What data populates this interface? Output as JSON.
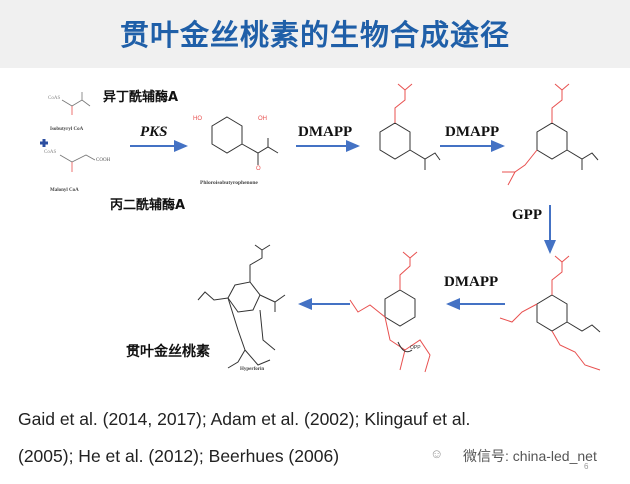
{
  "title": "贯叶金丝桃素的生物合成途径",
  "reactants": {
    "isobutyryl_cn": "异丁酰辅酶A",
    "isobutyryl_label": "Isobutyryl CoA",
    "malonyl_cn": "丙二酰辅酶A",
    "malonyl_label": "Malonyl CoA",
    "coas": "CoAS",
    "cooh": "COOH"
  },
  "steps": {
    "pks": "PKS",
    "dmapp1": "DMAPP",
    "dmapp2": "DMAPP",
    "gpp": "GPP",
    "dmapp3": "DMAPP"
  },
  "products": {
    "phloro_label": "Phloroisobutyrophenone",
    "hyperforin_label": "Hyperforin",
    "hyperforin_cn": "贯叶金丝桃素"
  },
  "atoms": {
    "ho": "HO",
    "oh": "OH",
    "o": "O",
    "opp": "OPP"
  },
  "citations": {
    "line1": "Gaid et al. (2014, 2017);  Adam et al. (2002); Klingauf et al.",
    "line2": "(2005);  He et al. (2012); Beerhues (2006)"
  },
  "watermark": "微信号: china-led_net",
  "page_number": "6",
  "colors": {
    "title": "#1f5fa8",
    "arrow": "#4472c4",
    "red": "#e8504f"
  }
}
